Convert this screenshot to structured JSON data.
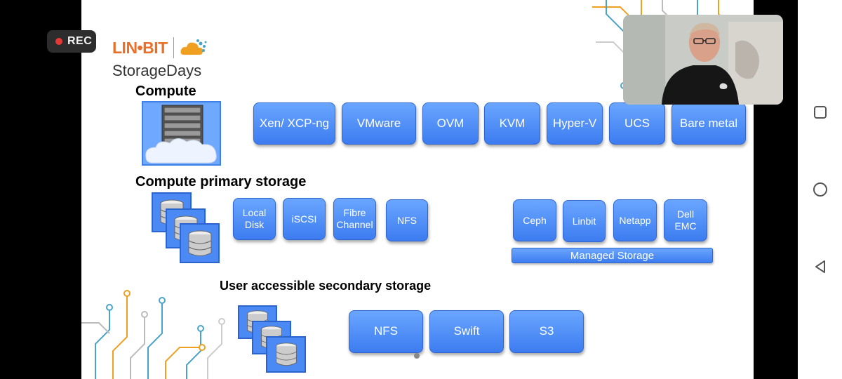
{
  "recording": {
    "label": "REC"
  },
  "logo": {
    "brand": "LIN•BIT",
    "event": "StorageDays"
  },
  "sections": {
    "compute": {
      "title": "Compute",
      "items": [
        "Xen/ XCP-ng",
        "VMware",
        "OVM",
        "KVM",
        "Hyper-V",
        "UCS",
        "Bare metal"
      ]
    },
    "primary": {
      "title": "Compute primary storage",
      "items": [
        "Local\nDisk",
        "iSCSI",
        "Fibre\nChannel",
        "NFS"
      ],
      "managed_items": [
        "Ceph",
        "Linbit",
        "Netapp",
        "Dell\nEMC"
      ],
      "managed_label": "Managed Storage"
    },
    "secondary": {
      "title": "User accessible secondary storage",
      "items": [
        "NFS",
        "Swift",
        "S3"
      ]
    }
  },
  "colors": {
    "chip": "#4a8cf7",
    "rec_dot": "#e53935",
    "brand_orange": "#e8702a",
    "circuit_orange": "#f0a020",
    "circuit_blue": "#4aa3c8"
  },
  "icons": [
    "recents-square-icon",
    "home-circle-icon",
    "back-triangle-icon",
    "server-rack-icon",
    "database-icon",
    "cloud-icon"
  ]
}
